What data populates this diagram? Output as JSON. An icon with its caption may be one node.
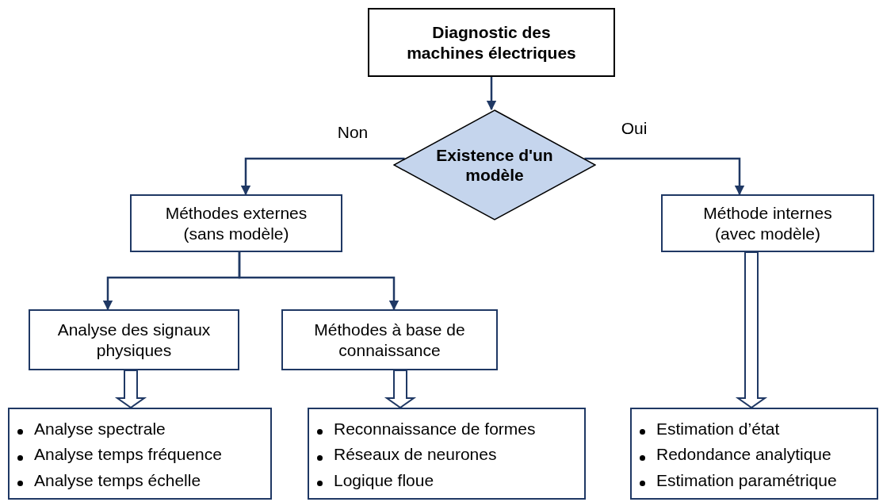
{
  "diagram": {
    "nodes": [
      {
        "text": [
          "Diagnostic des machines électriques"
        ]
      },
      {
        "text": [
          "Existence d'un modèle"
        ]
      },
      {
        "text": [
          "Méthodes externes (sans modèle)"
        ]
      },
      {
        "text": [
          "Méthode internes (avec modèle)"
        ]
      },
      {
        "text": [
          "Analyse des signaux physiques"
        ]
      },
      {
        "text": [
          "Méthodes à base de connaissance"
        ]
      },
      {
        "text": [
          "Analyse spectrale",
          "Analyse temps fréquence",
          "Analyse temps échelle"
        ]
      },
      {
        "text": [
          "Reconnaissance de formes",
          "Réseaux de neurones",
          "Logique floue"
        ]
      },
      {
        "text": [
          "Estimation d’état",
          "Redondance analytique",
          "Estimation paramétrique"
        ]
      }
    ],
    "edges": [
      {
        "from": 0,
        "to": 1,
        "arrow": "to"
      },
      {
        "from": 1,
        "to": 2,
        "arrow": "to",
        "label": "Non"
      },
      {
        "from": 1,
        "to": 3,
        "arrow": "to",
        "label": "Oui"
      },
      {
        "from": 2,
        "to": 4,
        "arrow": "to"
      },
      {
        "from": 2,
        "to": 5,
        "arrow": "to"
      },
      {
        "from": 4,
        "to": 6,
        "arrow": "to",
        "style": "thick"
      },
      {
        "from": 5,
        "to": 7,
        "arrow": "to",
        "style": "thick"
      },
      {
        "from": 3,
        "to": 8,
        "arrow": "to",
        "style": "thick"
      }
    ]
  }
}
